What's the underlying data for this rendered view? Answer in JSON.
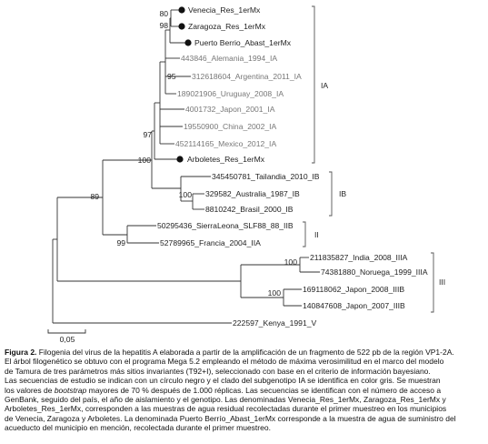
{
  "tree": {
    "leaves": [
      {
        "label": "Venecia_Res_1erMx",
        "marked": true,
        "gray": false
      },
      {
        "label": "Zaragoza_Res_1erMx",
        "marked": true,
        "gray": false
      },
      {
        "label": "Puerto Berrio_Abast_1erMx",
        "marked": true,
        "gray": false
      },
      {
        "label": "443846_Alemania_1994_IA",
        "marked": false,
        "gray": true
      },
      {
        "label": "312618604_Argentina_2011_IA",
        "marked": false,
        "gray": true
      },
      {
        "label": "189021906_Uruguay_2008_IA",
        "marked": false,
        "gray": true
      },
      {
        "label": "4001732_Japon_2001_IA",
        "marked": false,
        "gray": true
      },
      {
        "label": "19550900_China_2002_IA",
        "marked": false,
        "gray": true
      },
      {
        "label": "452114165_Mexico_2012_IA",
        "marked": false,
        "gray": true
      },
      {
        "label": "Arboletes_Res_1erMx",
        "marked": true,
        "gray": false
      },
      {
        "label": "345450781_Tailandia_2010_IB",
        "marked": false,
        "gray": false
      },
      {
        "label": "329582_Australia_1987_IB",
        "marked": false,
        "gray": false
      },
      {
        "label": "8810242_Brasil_2000_IB",
        "marked": false,
        "gray": false
      },
      {
        "label": "50295436_SierraLeona_SLF88_88_IIB",
        "marked": false,
        "gray": false
      },
      {
        "label": "52789965_Francia_2004_IIA",
        "marked": false,
        "gray": false
      },
      {
        "label": "211835827_India_2008_IIIA",
        "marked": false,
        "gray": false
      },
      {
        "label": "74381880_Noruega_1999_IIIA",
        "marked": false,
        "gray": false
      },
      {
        "label": "169118062_Japon_2008_IIIB",
        "marked": false,
        "gray": false
      },
      {
        "label": "140847608_Japon_2007_IIIB",
        "marked": false,
        "gray": false
      },
      {
        "label": "222597_Kenya_1991_V",
        "marked": false,
        "gray": false
      }
    ],
    "bootstrap": [
      "80",
      "98",
      "95",
      "97",
      "100",
      "100",
      "89",
      "99",
      "100",
      "100"
    ],
    "clades": [
      "IA",
      "IB",
      "II",
      "III"
    ],
    "scale_label": "0,05"
  },
  "caption": {
    "lead": "Figura 2.",
    "line1": " Filogenia del virus de la hepatitis A elaborada a partir de la amplificación de un fragmento de 522 pb de la región VP1-2A.",
    "line2": "El árbol filogenético se obtuvo con el programa Mega 5.2 empleando el método de máxima verosimilitud en el marco del modelo",
    "line3": "de Tamura de tres parámetros más sitios invariantes (T92+I), seleccionado con base en el criterio de información bayesiano.",
    "line4": "Las secuencias de estudio se indican con un círculo negro y el clado del subgenotipo IA se identifica en color gris. Se muestran",
    "line5a": "los valores de ",
    "line5b": "bootstrap",
    "line5c": " mayores de 70 % después de 1.000 réplicas. Las secuencias se identifican con el número de acceso a",
    "line6": "GenBank, seguido del país, el año de aislamiento y el genotipo. Las denominadas Venecia_Res_1erMx, Zaragoza_Res_1erMx y",
    "line7": "Arboletes_Res_1erMx, corresponden a las muestras de agua residual recolectadas durante el primer muestreo en los municipios",
    "line8": "de Venecia, Zaragoza y Arboletes. La denominada Puerto Berrío_Abast_1erMx corresponde a la muestra de agua de suministro del",
    "line9": "acueducto del municipio en mención, recolectada durante el primer muestreo."
  }
}
